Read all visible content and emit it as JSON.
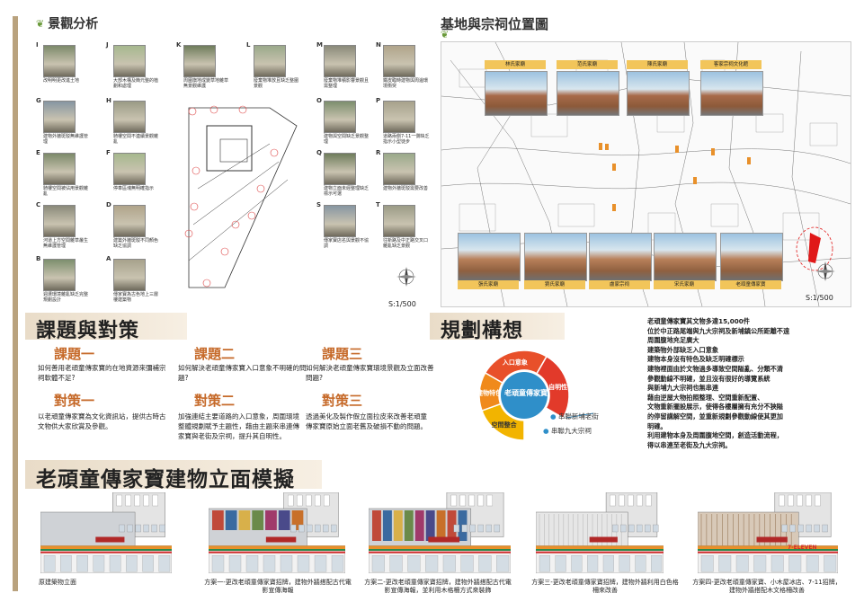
{
  "landscape": {
    "title": "景觀分析",
    "scale": "S:1/500",
    "photos": [
      {
        "letter": "I",
        "caption": "改明明更改進土地"
      },
      {
        "letter": "J",
        "caption": "大部木構及簡元整的植劃和處理"
      },
      {
        "letter": "K",
        "caption": "周圍旗地成變草地雜草無景觀維護"
      },
      {
        "letter": "L",
        "caption": "廢棄物堆放且缺乏整圍景觀"
      },
      {
        "letter": "M",
        "caption": "廢棄物堆積影響景觀且需整理"
      },
      {
        "letter": "N",
        "caption": "鐵皮臨時建物與周邊環境衝突"
      },
      {
        "letter": "G",
        "caption": "建物外牆斑駁無維護管理"
      },
      {
        "letter": "H",
        "caption": "騎樓空間不連續景觀雜亂"
      },
      {
        "letter": "O",
        "caption": "建物與空間缺乏景觀整理"
      },
      {
        "letter": "P",
        "caption": "道路兩側7-11一側缺乏指示小型徒步"
      },
      {
        "letter": "E",
        "caption": "騎樓空間被佔用景觀雜亂"
      },
      {
        "letter": "F",
        "caption": "停車區塊無明確指示"
      },
      {
        "letter": "Q",
        "caption": "建物立面未經整理缺乏標示可選"
      },
      {
        "letter": "R",
        "caption": "建物外牆斑駁需要改善"
      },
      {
        "letter": "C",
        "caption": "河道上方空間雜草叢生無維護管理"
      },
      {
        "letter": "D",
        "caption": "建築外牆斑駁不同顏色缺乏協調"
      },
      {
        "letter": "S",
        "caption": "傳家寶店名與景觀不協調"
      },
      {
        "letter": "T",
        "caption": "往新路及中正路交叉口雜亂缺乏景觀"
      },
      {
        "letter": "B",
        "caption": "週遭環境雜亂缺乏完整規劃設計"
      },
      {
        "letter": "A",
        "caption": "傳家寶為古色地上三層樓建築物"
      }
    ]
  },
  "location": {
    "title": "基地與宗祠位置圖",
    "scale": "S:1/500",
    "top_labels": [
      "林氏家廟",
      "范氏家廟",
      "陳氏家廟",
      "客家宗祠文化館"
    ],
    "bottom_labels": [
      "張氏家廟",
      "劉氏家廟",
      "盧家宗祠",
      "宋氏家廟",
      "老頑童傳家寶"
    ]
  },
  "issues": {
    "title": "課題與對策",
    "items": [
      {
        "issue": "課題一",
        "issue_text": "如何善用老頑童傳家寶的在地資源來彌補宗祠軟體不足?",
        "strategy": "對策一",
        "strategy_text": "以老頑童傳家寶為文化資訊站，提供古時古文物供大家欣賞及參觀。"
      },
      {
        "issue": "課題二",
        "issue_text": "如何解決老頑童傳家寶入口意象不明確的問題?",
        "strategy": "對策二",
        "strategy_text": "加強連結主要道路的入口意象，周圍環境整體規劃賦予主題性，藉由主題來串連傳家寶與老街及宗祠，提升其自明性。"
      },
      {
        "issue": "課題三",
        "issue_text": "如何解決老頑童傳家寶環境景觀及立面改善問題?",
        "strategy": "對策三",
        "strategy_text": "透過美化及製作假立面拉皮來改善老頑童傳家寶原始立面老舊及破損不動的問題。"
      }
    ]
  },
  "planning": {
    "title": "規劃構想",
    "center": "老頑童傳家寶",
    "segments": [
      "入口意象",
      "自明性",
      "空間整合",
      "建物特色"
    ],
    "links": [
      "串聯新埔老街",
      "串聯九大宗祠"
    ],
    "colors": {
      "entrance": "#e8502a",
      "identity": "#e23a2a",
      "space": "#f2b400",
      "feature": "#f08a1c",
      "center": "#2f8fc9"
    },
    "text": [
      "老頑童傳家寶其文物多達15,000件",
      "位於中正路尾端與九大宗祠及新埔鎮公所距離不遠",
      "周圍腹地充足廣大",
      "建築物外部缺乏入口意象",
      "建物本身沒有特色及缺乏明確標示",
      "建物裡面由於文物過多導致空間隘亂、分類不清",
      "參觀動線不明確，並且沒有很好的導覽系統",
      "與新埔九大宗祠也無串連",
      "藉由逆屋大物拍照整理、空間重新配置、",
      "文物重新擺設展示，使得各樓層擁有充分不狹隘",
      "的停留講解空間，並重新規劃參觀動線使其更加",
      "明確。",
      "利用建物本身及周圍腹地空間，創造活動流程，",
      "得以串連至老街及九大宗祠。"
    ]
  },
  "facade": {
    "title": "老頑童傳家寶建物立面模擬",
    "store_sign": "7-ELEVEN",
    "captions": [
      "原建築物立面",
      "方案一-更改老頑童傳家寶招牌，建物外牆搭配古代電影宣傳海報",
      "方案二-更改老頑童傳家寶招牌，建物外牆搭配古代電影宣傳海報，並利用木格柵方式來裝飾",
      "方案三-更改老頑童傳家寶招牌，建物外牆利用白色格柵來改善",
      "方案四-更改老頑童傳家寶、小木屋冰店、7-11招牌，建物外牆搭配木文格柵改善"
    ]
  }
}
